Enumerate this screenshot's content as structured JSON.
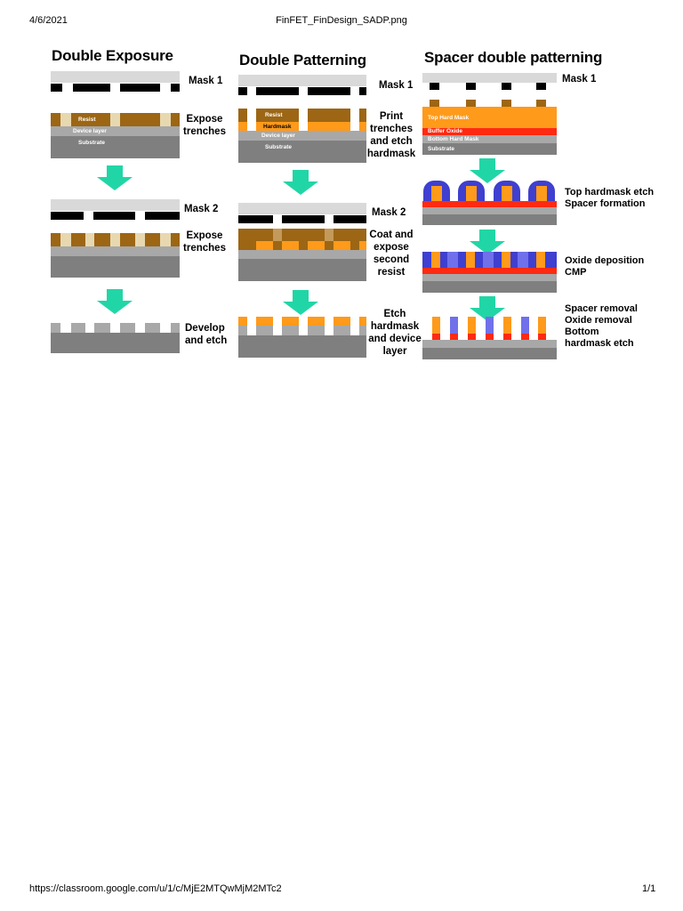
{
  "page": {
    "date": "4/6/2021",
    "filename": "FinFET_FinDesign_SADP.png",
    "url": "https://classroom.google.com/u/1/c/MjE2MTQwMjM2MTc2",
    "page_number": "1/1"
  },
  "colors": {
    "mask_gray": "#d9d9d9",
    "mask_black": "#000000",
    "resist_brown": "#9c6614",
    "resist_light": "#e8d8b0",
    "device_layer": "#a8a8a8",
    "substrate": "#7f7f7f",
    "hardmask_orange": "#ff9a1a",
    "buffer_red": "#ff2a12",
    "spacer_blue": "#3f3fd0",
    "spacer_light": "#7070ea",
    "arrow_teal": "#21d6a6"
  },
  "double_exposure": {
    "title": "Double Exposure",
    "mask1_label": "Mask 1",
    "expose1_label": "Expose trenches",
    "resist_text": "Resist",
    "device_text": "Device layer",
    "substrate_text": "Substrate",
    "mask2_label": "Mask 2",
    "expose2_label": "Expose trenches",
    "develop_label": "Develop and etch"
  },
  "double_patterning": {
    "title": "Double Patterning",
    "mask1_label": "Mask 1",
    "print_label": "Print trenches and etch hardmask",
    "resist_text": "Resist",
    "hardmask_text": "Hardmask",
    "device_text": "Device layer",
    "substrate_text": "Substrate",
    "mask2_label": "Mask 2",
    "coat_label": "Coat and expose second resist",
    "etch_label": "Etch hardmask and device layer"
  },
  "spacer": {
    "title": "Spacer double patterning",
    "mask1_label": "Mask 1",
    "top_hard_mask_text": "Top Hard Mask",
    "buffer_oxide_text": "Buffer Oxide",
    "bottom_hard_mask_text": "Bottom Hard Mask",
    "substrate_text": "Substrate",
    "step2_line1": "Top hardmask etch",
    "step2_line2": "Spacer formation",
    "step3_line1": "Oxide deposition",
    "step3_line2": "CMP",
    "step4_line1": "Spacer removal",
    "step4_line2": "Oxide removal",
    "step4_line3": "Bottom",
    "step4_line4": "hardmask etch"
  }
}
